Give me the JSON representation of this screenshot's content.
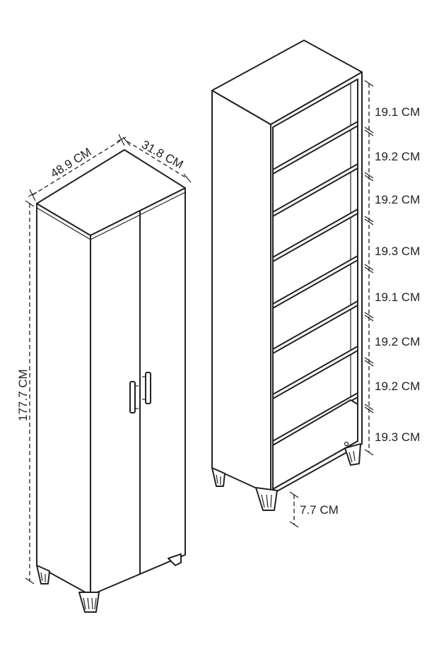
{
  "cabinet": {
    "width_label": "48.9 CM",
    "depth_label": "31.8 CM",
    "height_label": "177.7 CM"
  },
  "shelf_unit": {
    "shelf_spacing_labels": [
      "19.1 CM",
      "19.2 CM",
      "19.2 CM",
      "19.3 CM",
      "19.1 CM",
      "19.2 CM",
      "19.2 CM",
      "19.3 CM"
    ],
    "leg_height_label": "7.7 CM"
  }
}
